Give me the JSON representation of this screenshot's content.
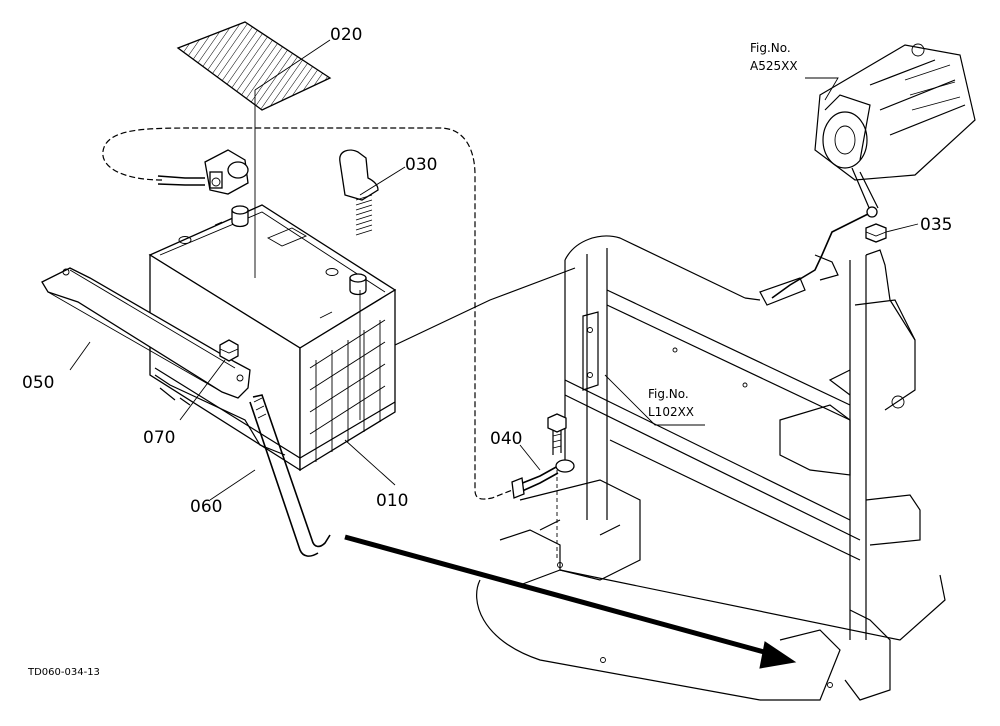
{
  "parts": [
    {
      "id": "p010",
      "number": "010"
    },
    {
      "id": "p020",
      "number": "020"
    },
    {
      "id": "p030",
      "number": "030"
    },
    {
      "id": "p035",
      "number": "035"
    },
    {
      "id": "p040",
      "number": "040"
    },
    {
      "id": "p050",
      "number": "050"
    },
    {
      "id": "p060",
      "number": "060"
    },
    {
      "id": "p070",
      "number": "070"
    }
  ],
  "figure_refs": [
    {
      "id": "ref_starter",
      "label": "Fig.No.",
      "code": "A525XX"
    },
    {
      "id": "ref_frame",
      "label": "Fig.No.",
      "code": "L102XX"
    }
  ],
  "drawing_code": "TD060-034-13"
}
